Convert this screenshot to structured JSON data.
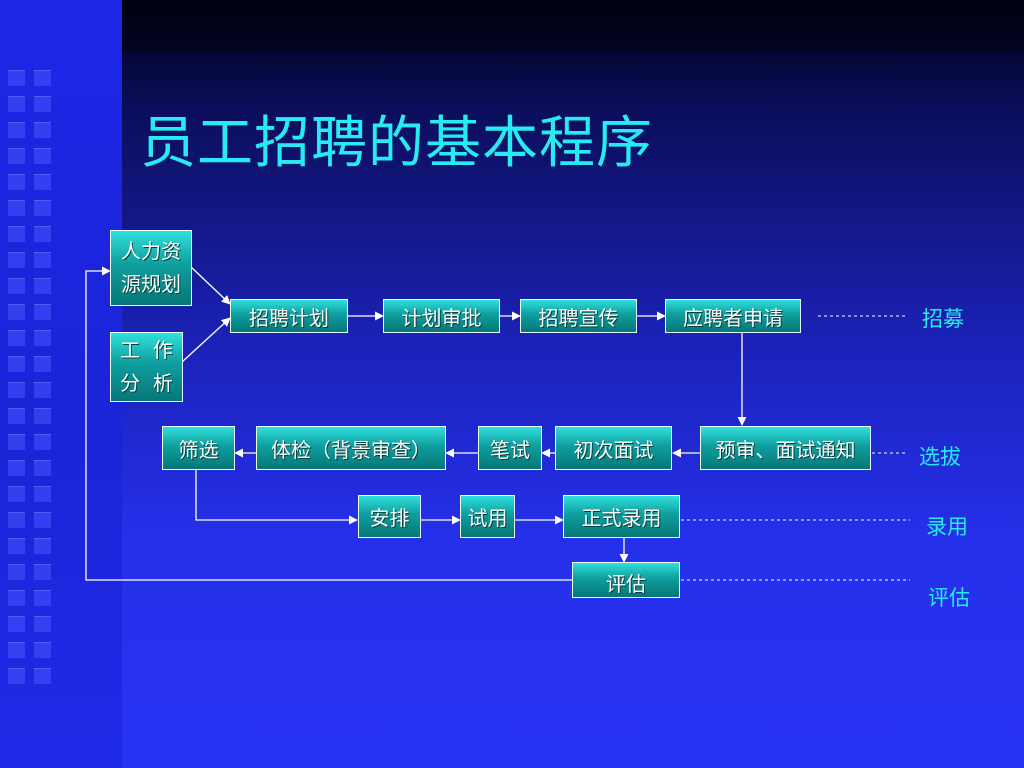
{
  "title": "员工招聘的基本程序",
  "nodes": {
    "hr_planning": [
      "人力资",
      "源规划"
    ],
    "job_analysis": [
      "工  作",
      "分  析"
    ],
    "recruit_plan": "招聘计划",
    "plan_approval": "计划审批",
    "recruit_publicity": "招聘宣传",
    "applicant_apply": "应聘者申请",
    "prescreen_notice": "预审、面试通知",
    "first_interview": "初次面试",
    "written_test": "笔试",
    "physical_check": "体检（背景审查）",
    "screening": "筛选",
    "arrange": "安排",
    "trial": "试用",
    "formal_hire": "正式录用",
    "evaluate": "评估"
  },
  "stages": {
    "recruitment": "招募",
    "selection": "选拔",
    "hiring": "录用",
    "evaluation": "评估"
  },
  "colors": {
    "title": "#26ecf2",
    "box": "#0f9e9e",
    "line": "#ffffff",
    "dashed": "#ffffff"
  }
}
